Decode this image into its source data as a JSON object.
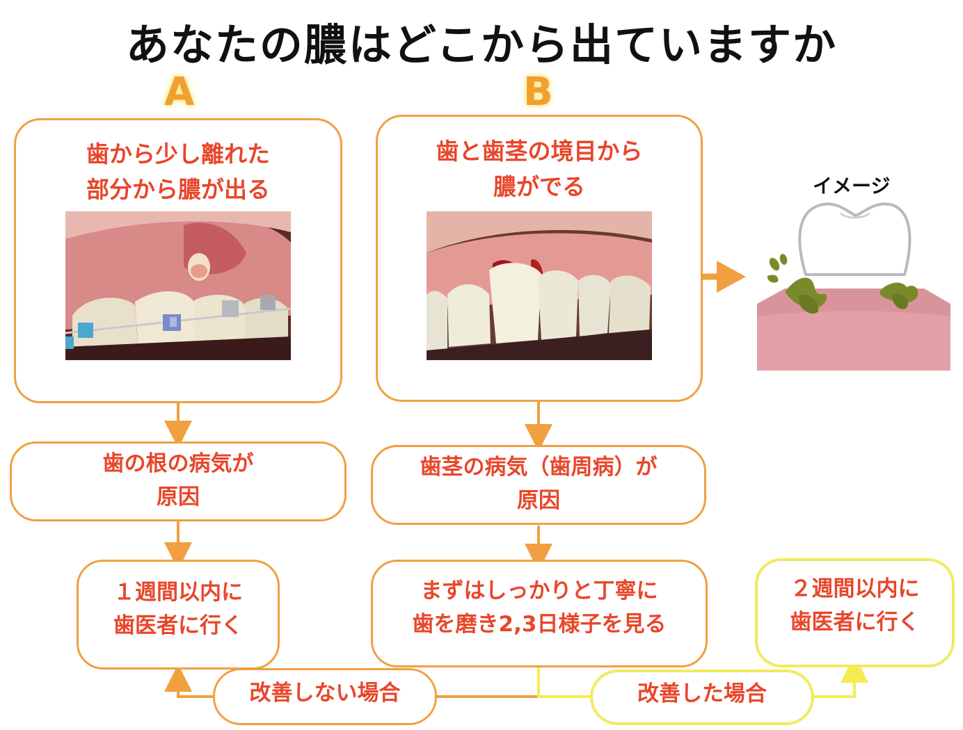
{
  "title": "あなたの膿はどこから出ていますか",
  "columns": {
    "a": {
      "label": "A",
      "description_line1": "歯から少し離れた",
      "description_line2": "部分から膿が出る",
      "cause_line1": "歯の根の病気が",
      "cause_line2": "原因",
      "action_line1": "１週間以内に",
      "action_line2": "歯医者に行く"
    },
    "b": {
      "label": "B",
      "description_line1": "歯と歯茎の境目から",
      "description_line2": "膿がでる",
      "cause_line1": "歯茎の病気（歯周病）が",
      "cause_line2": "原因",
      "action_line1": "まずはしっかりと丁寧に",
      "action_line2": "歯を磨き2,3日様子を見る"
    }
  },
  "image_label": "イメージ",
  "outcomes": {
    "not_improved": "改善しない場合",
    "improved": "改善した場合",
    "improved_action_line1": "２週間以内に",
    "improved_action_line2": "歯医者に行く"
  },
  "colors": {
    "orange": "#f0a040",
    "red_text": "#e8462a",
    "yellow": "#f4ec52",
    "gum_pink": "#e8a0a8",
    "pus_green": "#7a8a2a"
  }
}
